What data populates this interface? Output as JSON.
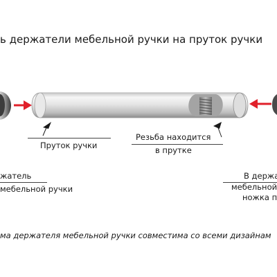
{
  "title": "ь держатели мебельной ручки на пруток ручки",
  "labels": {
    "rod": "Пруток ручки",
    "thread_line1": "Резьба находится",
    "thread_line2": "в прутке",
    "left_line1": "жатель",
    "left_line2": "мебельной ручки",
    "right_line1": "В держа",
    "right_line2": "мебельной р",
    "right_line3": "ножка п"
  },
  "bottom_note": "ма держателя мебельной ручки совместима со всеми дизайнам",
  "colors": {
    "arrow": "#e0202a",
    "text": "#1a1a1a",
    "rod_light": "#f4f4f4",
    "rod_dark": "#9a9a9a"
  }
}
